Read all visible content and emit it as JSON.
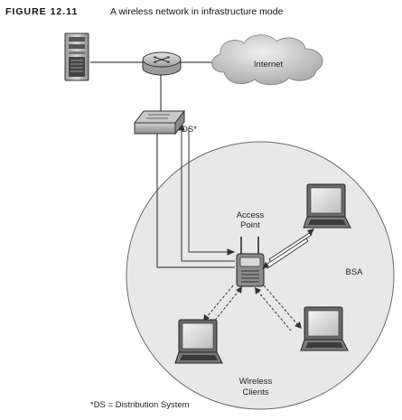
{
  "figure": {
    "label": "FIGURE 12.11",
    "caption": "A wireless network in infrastructure mode"
  },
  "labels": {
    "internet": "Internet",
    "ds": "DS*",
    "access_point_line1": "Access",
    "access_point_line2": "Point",
    "bsa": "BSA",
    "wireless_clients_line1": "Wireless",
    "wireless_clients_line2": "Clients",
    "footnote": "*DS = Distribution System"
  },
  "nodes": {
    "server": "server-icon",
    "router": "router-icon",
    "switch": "switch-icon",
    "cloud": "cloud-icon",
    "access_point": "access-point-icon",
    "laptops": [
      "laptop-icon",
      "laptop-icon",
      "laptop-icon"
    ]
  }
}
